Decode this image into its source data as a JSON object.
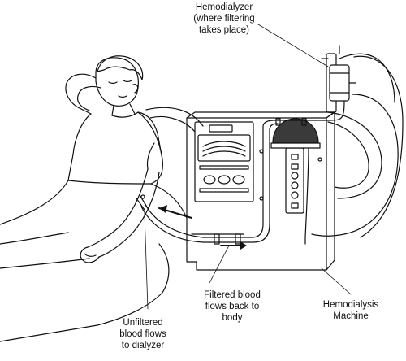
{
  "labels": {
    "dialyzer": [
      "Hemodialyzer",
      "(where filtering",
      "takes place)"
    ],
    "filtered": [
      "Filtered blood",
      "flows back to",
      "body"
    ],
    "unfiltered": [
      "Unfiltered",
      "blood flows",
      "to dialyzer"
    ],
    "machine": [
      "Hemodialysis",
      "Machine"
    ]
  },
  "colors": {
    "line": "#111111",
    "dome": "#3a3a3a"
  }
}
